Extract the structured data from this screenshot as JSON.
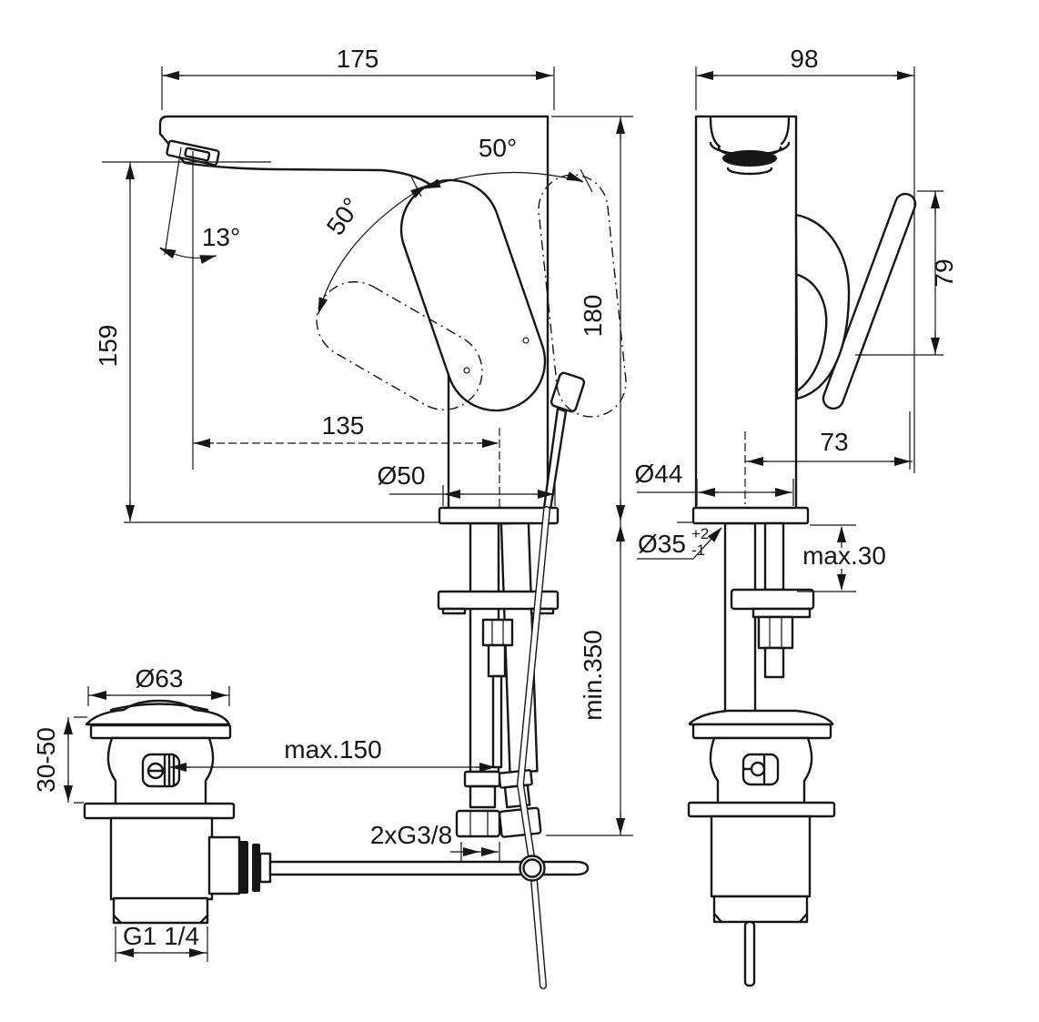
{
  "title": "Basin mixer with pop-up waste - dimensional technical drawing",
  "colors": {
    "line": "#161616",
    "background": "#ffffff"
  },
  "views": {
    "front": {
      "width": "175",
      "spout_height": "159",
      "overall_height": "180",
      "spout_reach": "135",
      "base_diameter": "Ø50",
      "handle_swing_top": "50°",
      "handle_swing_side": "50°",
      "spray_angle": "13°",
      "supply_hose_min_length": "min.350",
      "supply_connections": "2xG3/8",
      "rod_max_length": "max.150"
    },
    "side": {
      "depth": "98",
      "handle_height": "79",
      "handle_reach": "73",
      "base_diameter": "Ø44",
      "tap_hole_diameter": "Ø35",
      "tap_hole_tolerance_plus": "+2",
      "tap_hole_tolerance_minus": "-1",
      "deck_max_thickness": "max.30"
    },
    "waste": {
      "plug_diameter": "Ø63",
      "mounting_range": "30-50",
      "outlet_thread": "G1 1/4"
    }
  }
}
